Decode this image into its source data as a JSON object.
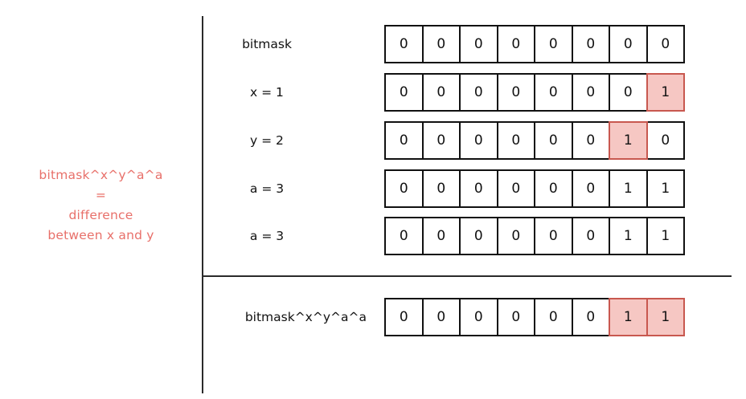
{
  "note": {
    "text": "bitmask^x^y^a^a\n=\ndifference\nbetween x and y",
    "color": "#e8706a"
  },
  "colors": {
    "highlight_fill": "#f6c7c3",
    "highlight_border": "#c8584f",
    "ink": "#111111",
    "accent_red": "#e8706a"
  },
  "grid": {
    "bit_width": 8,
    "rows": [
      {
        "label": "bitmask",
        "bits": [
          "0",
          "0",
          "0",
          "0",
          "0",
          "0",
          "0",
          "0"
        ],
        "highlight": []
      },
      {
        "label": "x = 1",
        "bits": [
          "0",
          "0",
          "0",
          "0",
          "0",
          "0",
          "0",
          "1"
        ],
        "highlight": [
          7
        ]
      },
      {
        "label": "y = 2",
        "bits": [
          "0",
          "0",
          "0",
          "0",
          "0",
          "0",
          "1",
          "0"
        ],
        "highlight": [
          6
        ]
      },
      {
        "label": "a = 3",
        "bits": [
          "0",
          "0",
          "0",
          "0",
          "0",
          "0",
          "1",
          "1"
        ],
        "highlight": []
      },
      {
        "label": "a = 3",
        "bits": [
          "0",
          "0",
          "0",
          "0",
          "0",
          "0",
          "1",
          "1"
        ],
        "highlight": []
      }
    ],
    "result": {
      "label": "bitmask^x^y^a^a",
      "bits": [
        "0",
        "0",
        "0",
        "0",
        "0",
        "0",
        "1",
        "1"
      ],
      "highlight": [
        6,
        7
      ]
    }
  }
}
